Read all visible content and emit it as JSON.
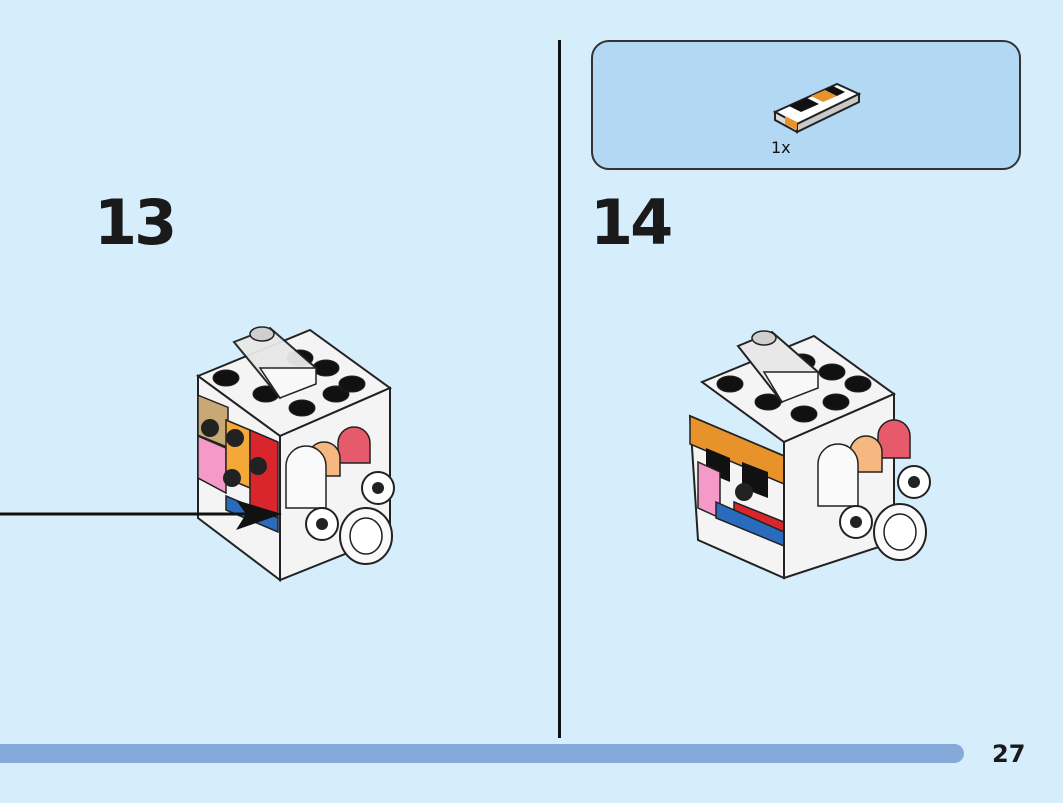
{
  "steps": [
    {
      "number": "13"
    },
    {
      "number": "14",
      "parts": [
        {
          "qty": "1x"
        }
      ]
    }
  ],
  "page": {
    "number": "27"
  },
  "colors": {
    "background": "#d6eefb",
    "callout": "#b3d8f4",
    "progress": "#85a9d9"
  },
  "icons": [
    "tile-printed-part-icon",
    "lego-model-illustration",
    "placement-arrow-icon"
  ]
}
